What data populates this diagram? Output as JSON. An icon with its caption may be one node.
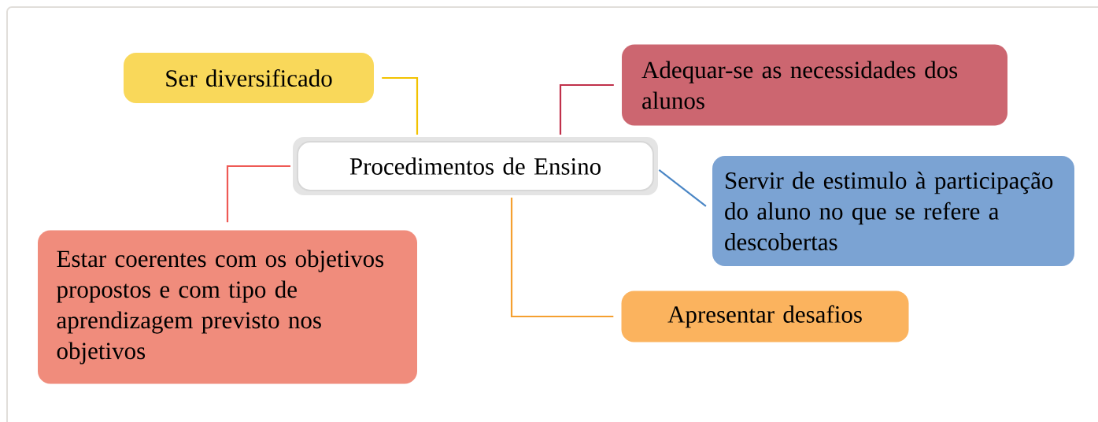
{
  "diagram": {
    "nodes": [
      {
        "text": [
          "Procedimentos de Ensino"
        ]
      },
      {
        "text": [
          "Ser diversificado"
        ]
      },
      {
        "text": [
          "Adequar-se as necessidades dos alunos"
        ]
      },
      {
        "text": [
          "Servir de estimulo à participação do aluno no que se refere a descobertas"
        ]
      },
      {
        "text": [
          "Apresentar desafios"
        ]
      },
      {
        "text": [
          "Estar coerentes com os objetivos propostos e com tipo de aprendizagem previsto nos objetivos"
        ]
      }
    ],
    "edges": [
      {
        "from": 0,
        "to": 1,
        "arrow": "none",
        "color": "#f2c200"
      },
      {
        "from": 0,
        "to": 2,
        "arrow": "none",
        "color": "#c0304a"
      },
      {
        "from": 0,
        "to": 3,
        "arrow": "none",
        "color": "#4a86c5"
      },
      {
        "from": 0,
        "to": 4,
        "arrow": "none",
        "color": "#f5a030"
      },
      {
        "from": 0,
        "to": 5,
        "arrow": "none",
        "color": "#ee5a55"
      }
    ]
  }
}
